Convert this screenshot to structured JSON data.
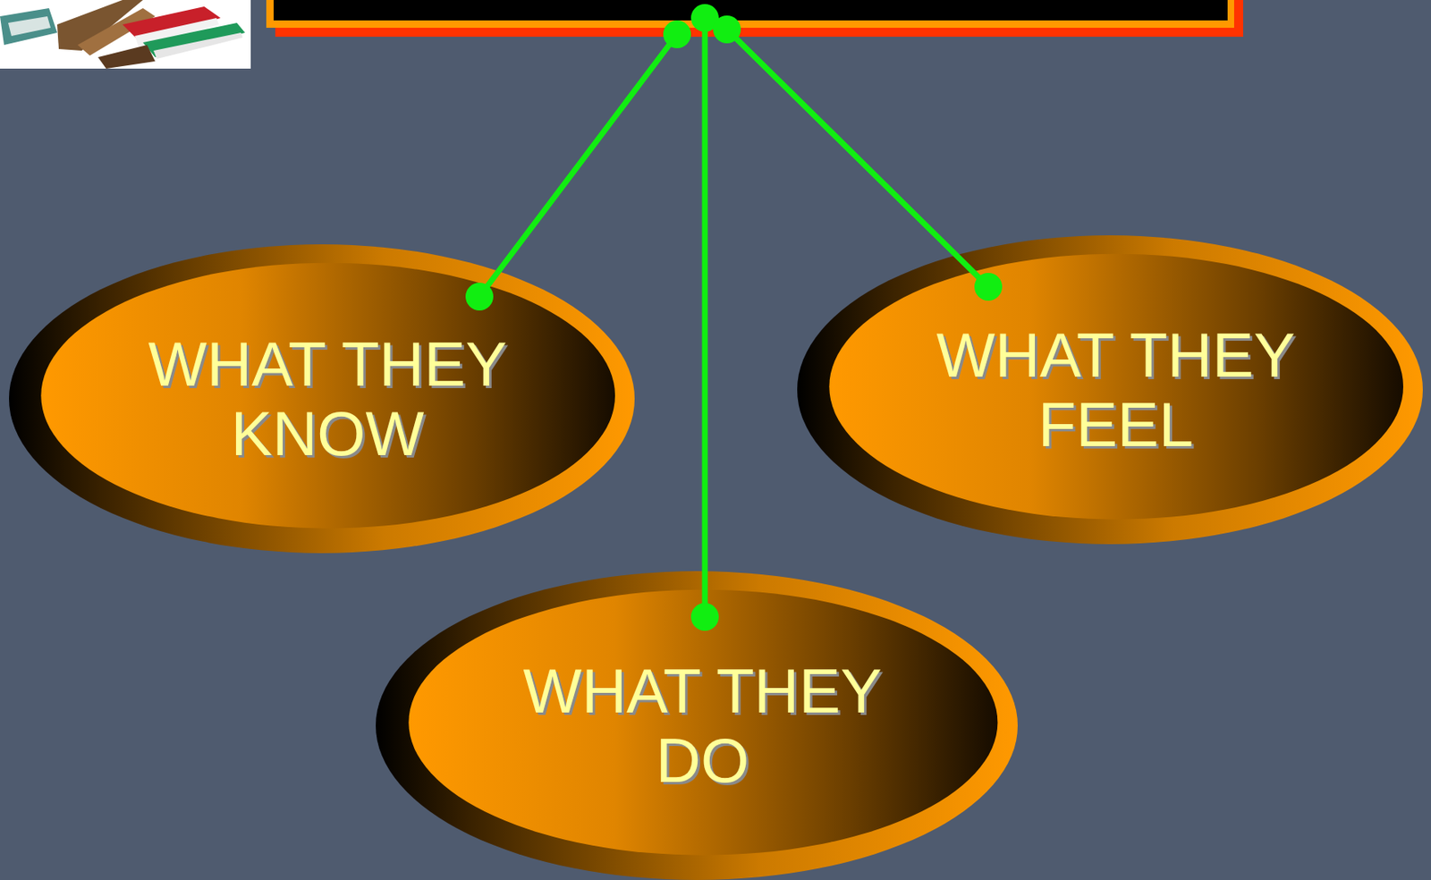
{
  "diagram": {
    "nodes": [
      {
        "text": [
          "WHAT THEY KNOW"
        ]
      },
      {
        "text": [
          "WHAT THEY FEEL"
        ]
      },
      {
        "text": [
          "WHAT THEY DO"
        ]
      }
    ]
  }
}
